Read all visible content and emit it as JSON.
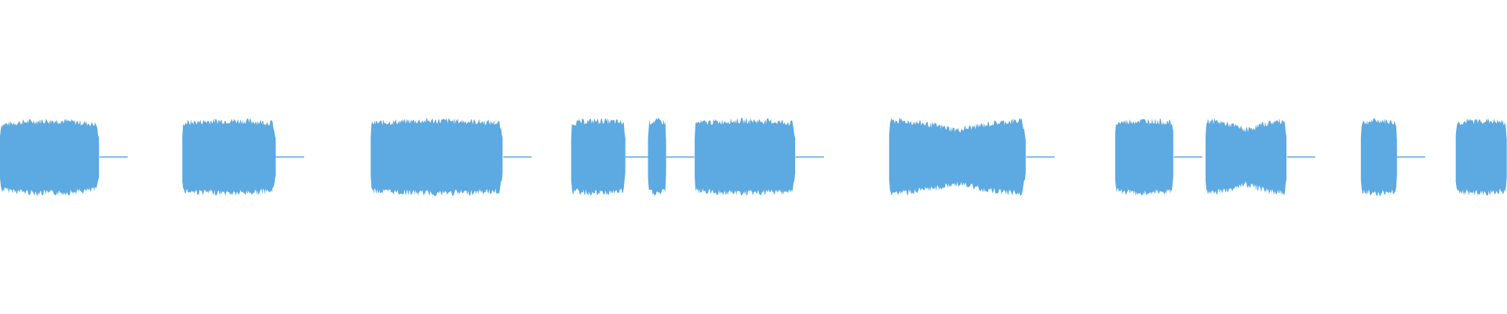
{
  "waveform": {
    "color": "#5DA9E1",
    "background": "#FFFFFF",
    "segments": [
      {
        "start": 0.0,
        "end": 0.066,
        "shape": "bulge"
      },
      {
        "start": 0.121,
        "end": 0.183,
        "shape": "flat"
      },
      {
        "start": 0.246,
        "end": 0.334,
        "shape": "flat"
      },
      {
        "start": 0.379,
        "end": 0.415,
        "shape": "flat"
      },
      {
        "start": 0.43,
        "end": 0.442,
        "shape": "flat"
      },
      {
        "start": 0.461,
        "end": 0.528,
        "shape": "flat"
      },
      {
        "start": 0.59,
        "end": 0.681,
        "shape": "pinch"
      },
      {
        "start": 0.74,
        "end": 0.779,
        "shape": "flat"
      },
      {
        "start": 0.8,
        "end": 0.854,
        "shape": "pinch"
      },
      {
        "start": 0.903,
        "end": 0.927,
        "shape": "flat"
      },
      {
        "start": 0.966,
        "end": 1.0,
        "shape": "flat"
      }
    ]
  }
}
